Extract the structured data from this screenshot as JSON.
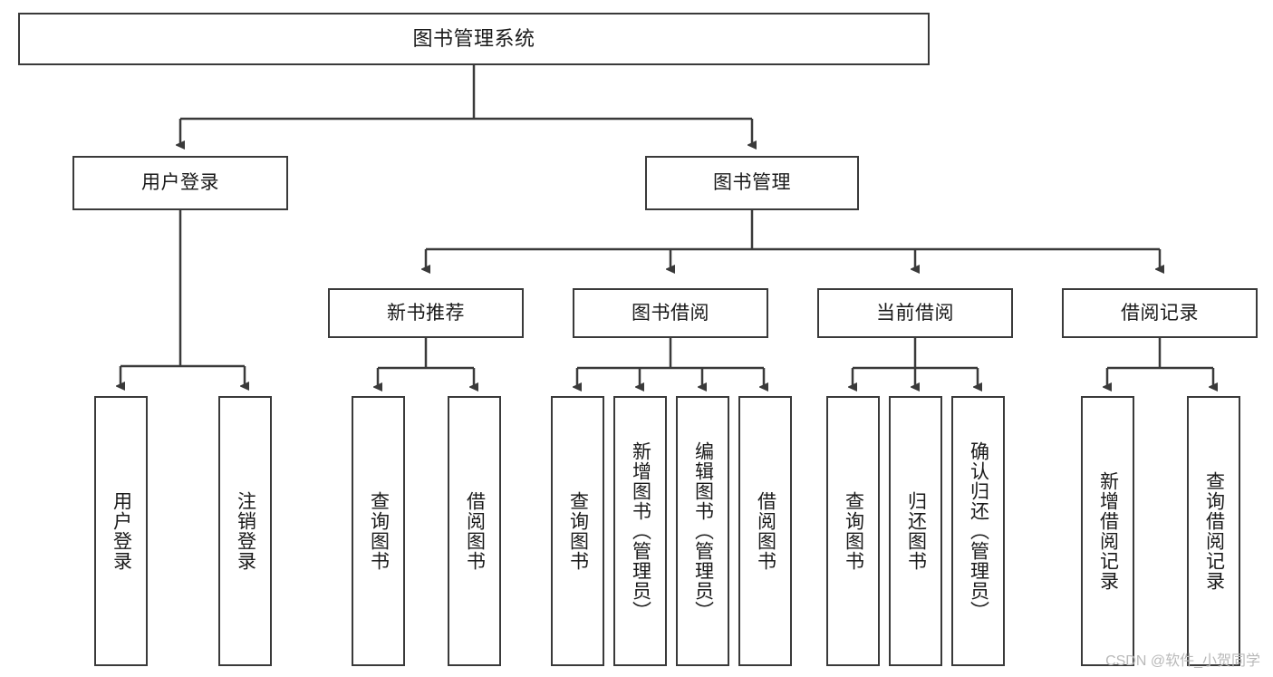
{
  "diagram": {
    "title": "图书管理系统",
    "type": "function-structure-tree",
    "orientation": "top-down",
    "edge_color": "#3a3a3a",
    "box_border_color": "#3a3a3a",
    "box_fill_color": "#ffffff",
    "text_color": "#1a1a1a"
  },
  "watermark": {
    "text": "CSDN @软件_小贺同学",
    "color": "#b9b9b9"
  },
  "nodes": {
    "root": {
      "label": "图书管理系统"
    },
    "level2": [
      {
        "label": "用户登录"
      },
      {
        "label": "图书管理"
      }
    ],
    "level3": [
      {
        "label": "新书推荐"
      },
      {
        "label": "图书借阅"
      },
      {
        "label": "当前借阅"
      },
      {
        "label": "借阅记录"
      }
    ],
    "leaves": {
      "user_login": [
        {
          "label": "用户登录"
        },
        {
          "label": "注销登录"
        }
      ],
      "new_book_recommend": [
        {
          "label": "查询图书"
        },
        {
          "label": "借阅图书"
        }
      ],
      "book_borrow": [
        {
          "label": "查询图书"
        },
        {
          "label": "新增图书（管理员）"
        },
        {
          "label": "编辑图书（管理员）"
        },
        {
          "label": "借阅图书"
        }
      ],
      "current_borrow": [
        {
          "label": "查询图书"
        },
        {
          "label": "归还图书"
        },
        {
          "label": "确认归还（管理员）"
        }
      ],
      "borrow_record": [
        {
          "label": "新增借阅记录"
        },
        {
          "label": "查询借阅记录"
        }
      ]
    }
  }
}
